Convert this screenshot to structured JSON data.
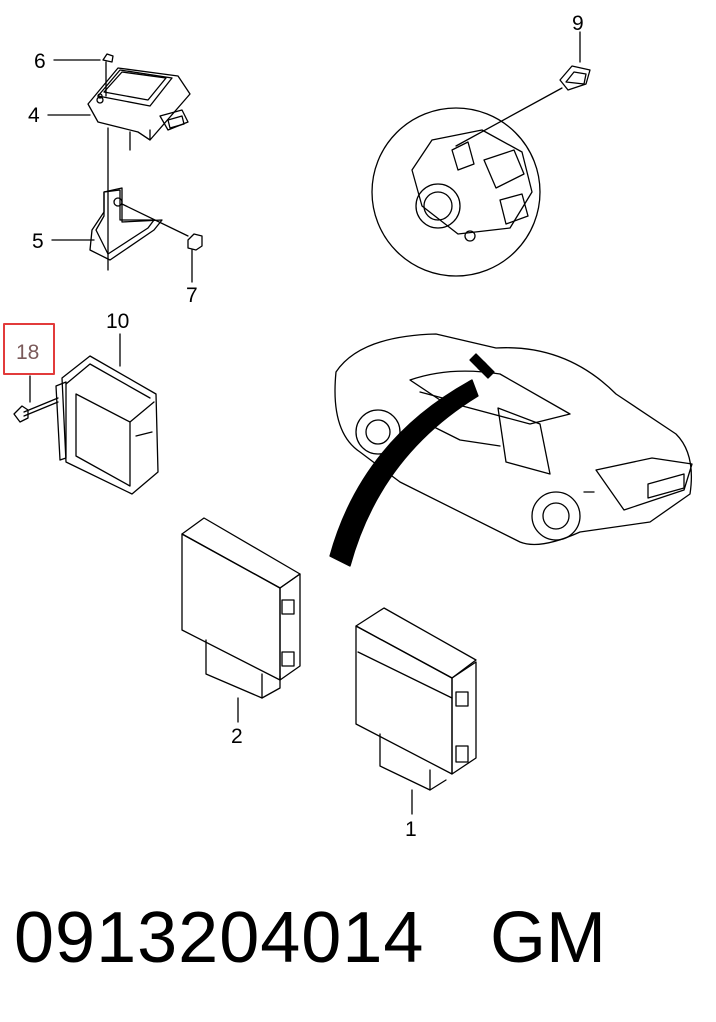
{
  "callouts": {
    "c1": "1",
    "c2": "2",
    "c4": "4",
    "c5": "5",
    "c6": "6",
    "c7": "7",
    "c9": "9",
    "c10": "10",
    "c18": "18"
  },
  "highlight_color": "#e23b3b",
  "part_number": "0913204014",
  "brand": "GM"
}
